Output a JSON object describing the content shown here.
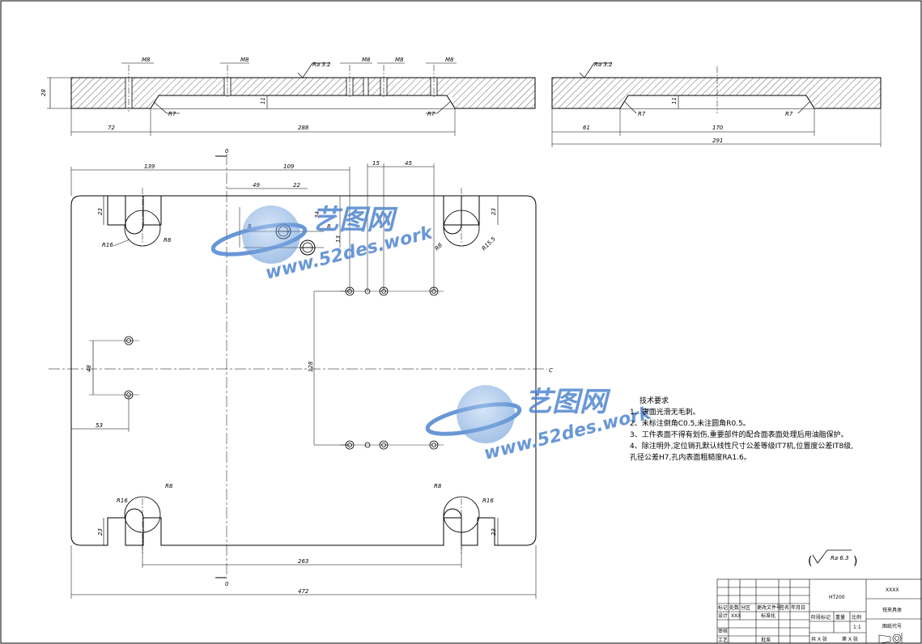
{
  "section_left": {
    "thread_labels": [
      "M8",
      "M8",
      "M8",
      "M8",
      "M8"
    ],
    "roughness": "Ra 3.2",
    "thickness": "28",
    "depth": "11",
    "radius_left": "R7",
    "radius_right": "R7",
    "dim_offset": "72",
    "dim_span": "288"
  },
  "section_right": {
    "roughness": "Ra 3.2",
    "depth": "11",
    "radius_left": "R7",
    "radius_right": "R7",
    "dim_offset": "61",
    "dim_span": "170",
    "dim_total": "291"
  },
  "plan": {
    "datum_top": "0",
    "datum_bottom": "0",
    "dim_139": "139",
    "dim_109": "109",
    "dim_15": "15",
    "dim_45": "45",
    "dim_49": "49",
    "dim_22": "22",
    "dim_8a": "8",
    "dim_8b": "8",
    "dim_34": "34",
    "dim_13": "13",
    "slot_depth_tl": "23",
    "slot_depth_tr": "23",
    "slot_depth_bl": "23",
    "slot_depth_br": "23",
    "r16_tl": "R16",
    "r8_tl": "R8",
    "r8_tr": "R8",
    "r155_tr": "R15.5",
    "r16_bl": "R16",
    "r8_bl": "R8",
    "r8_br": "R8",
    "r16_br": "R16",
    "dim_48": "48",
    "dim_53": "53",
    "dim_128": "128",
    "dim_263": "263",
    "dim_472": "472",
    "centerline_tag": "C"
  },
  "notes": {
    "title": "技术要求",
    "lines": [
      "1、表面光滑无毛刺。",
      "2、未标注倒角C0.5,未注圆角R0.5。",
      "3、工件表面不得有划伤,重要部件的配合面表面处理后用油脂保护。",
      "4、除注明外,定位销孔默认线性尺寸公差等级IT7机,位置度公差IT8级,",
      "孔径公差H7,孔内表面粗糙度RA1.6。"
    ]
  },
  "general_roughness": "Ra 6.3",
  "watermark": {
    "brand": "艺图网",
    "url": "www.52des.work"
  },
  "title_block": {
    "material": "HT200",
    "code": "XXXX",
    "part_name": "铣夹具体",
    "scale_label": "比例",
    "scale_value": "1:1",
    "weight_label": "重量",
    "stage_label": "阶段标记",
    "designer_label": "设计",
    "designer_value": "XXX",
    "std_label": "标准化",
    "check_label": "审核",
    "process_label": "工艺",
    "approve_label": "批准",
    "row_headers": [
      "标记",
      "处数",
      "分区",
      "更改文件号",
      "签名",
      "年月日"
    ],
    "sheet_total": "共 X 张",
    "sheet_no": "第 X 张",
    "drawing_no_label": "图纸代号"
  }
}
